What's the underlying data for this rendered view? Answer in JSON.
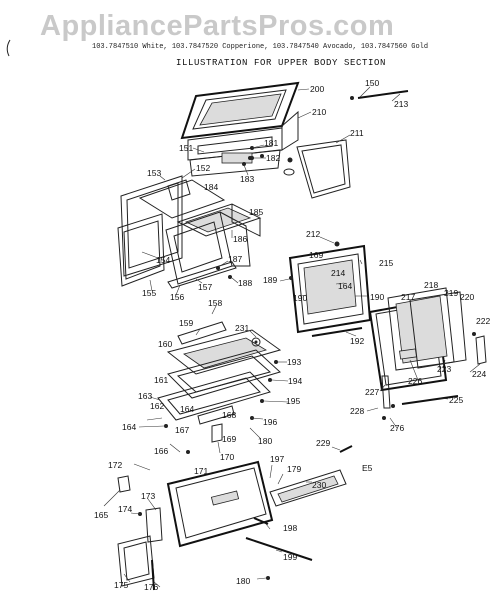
{
  "watermark": "AppliancePartsPros.com",
  "header_text": "103.7847510 White, 103.7847520 Copperione, 103.7847540 Avocado, 103.7847560 Gold",
  "title": "ILLUSTRATION FOR UPPER BODY SECTION",
  "callouts": [
    {
      "id": "150",
      "text": "150"
    },
    {
      "id": "213",
      "text": "213"
    },
    {
      "id": "200",
      "text": "200"
    },
    {
      "id": "210",
      "text": "210"
    },
    {
      "id": "151",
      "text": "151"
    },
    {
      "id": "181",
      "text": "181"
    },
    {
      "id": "182",
      "text": "182"
    },
    {
      "id": "183",
      "text": "183"
    },
    {
      "id": "211",
      "text": "211"
    },
    {
      "id": "153",
      "text": "153"
    },
    {
      "id": "152",
      "text": "152"
    },
    {
      "id": "184",
      "text": "184"
    },
    {
      "id": "185",
      "text": "185"
    },
    {
      "id": "186",
      "text": "186"
    },
    {
      "id": "154",
      "text": "154"
    },
    {
      "id": "155",
      "text": "155"
    },
    {
      "id": "156",
      "text": "156"
    },
    {
      "id": "157",
      "text": "157"
    },
    {
      "id": "187",
      "text": "187"
    },
    {
      "id": "188",
      "text": "188"
    },
    {
      "id": "212",
      "text": "212"
    },
    {
      "id": "169a",
      "text": "169"
    },
    {
      "id": "215",
      "text": "215"
    },
    {
      "id": "214",
      "text": "214"
    },
    {
      "id": "189",
      "text": "189"
    },
    {
      "id": "164a",
      "text": "164"
    },
    {
      "id": "190a",
      "text": "190"
    },
    {
      "id": "190b",
      "text": "190"
    },
    {
      "id": "192",
      "text": "192"
    },
    {
      "id": "218",
      "text": "218"
    },
    {
      "id": "217",
      "text": "217"
    },
    {
      "id": "219",
      "text": "219"
    },
    {
      "id": "220",
      "text": "220"
    },
    {
      "id": "222",
      "text": "222"
    },
    {
      "id": "158",
      "text": "158"
    },
    {
      "id": "159",
      "text": "159"
    },
    {
      "id": "231",
      "text": "231"
    },
    {
      "id": "160",
      "text": "160"
    },
    {
      "id": "193",
      "text": "193"
    },
    {
      "id": "161",
      "text": "161"
    },
    {
      "id": "194",
      "text": "194"
    },
    {
      "id": "163",
      "text": "163"
    },
    {
      "id": "162",
      "text": "162"
    },
    {
      "id": "195",
      "text": "195"
    },
    {
      "id": "164b",
      "text": "164"
    },
    {
      "id": "164c",
      "text": "164"
    },
    {
      "id": "168",
      "text": "168"
    },
    {
      "id": "167",
      "text": "167"
    },
    {
      "id": "196",
      "text": "196"
    },
    {
      "id": "169b",
      "text": "169"
    },
    {
      "id": "180a",
      "text": "180"
    },
    {
      "id": "166",
      "text": "166"
    },
    {
      "id": "170",
      "text": "170"
    },
    {
      "id": "226",
      "text": "226"
    },
    {
      "id": "223",
      "text": "223"
    },
    {
      "id": "224",
      "text": "224"
    },
    {
      "id": "227",
      "text": "227"
    },
    {
      "id": "225",
      "text": "225"
    },
    {
      "id": "228",
      "text": "228"
    },
    {
      "id": "276",
      "text": "276"
    },
    {
      "id": "229",
      "text": "229"
    },
    {
      "id": "E5",
      "text": "E5"
    },
    {
      "id": "172",
      "text": "172"
    },
    {
      "id": "197",
      "text": "197"
    },
    {
      "id": "179",
      "text": "179"
    },
    {
      "id": "171",
      "text": "171"
    },
    {
      "id": "230",
      "text": "230"
    },
    {
      "id": "165",
      "text": "165"
    },
    {
      "id": "173",
      "text": "173"
    },
    {
      "id": "174",
      "text": "174"
    },
    {
      "id": "198",
      "text": "198"
    },
    {
      "id": "199",
      "text": "199"
    },
    {
      "id": "175",
      "text": "175"
    },
    {
      "id": "176",
      "text": "176"
    },
    {
      "id": "180b",
      "text": "180"
    }
  ]
}
